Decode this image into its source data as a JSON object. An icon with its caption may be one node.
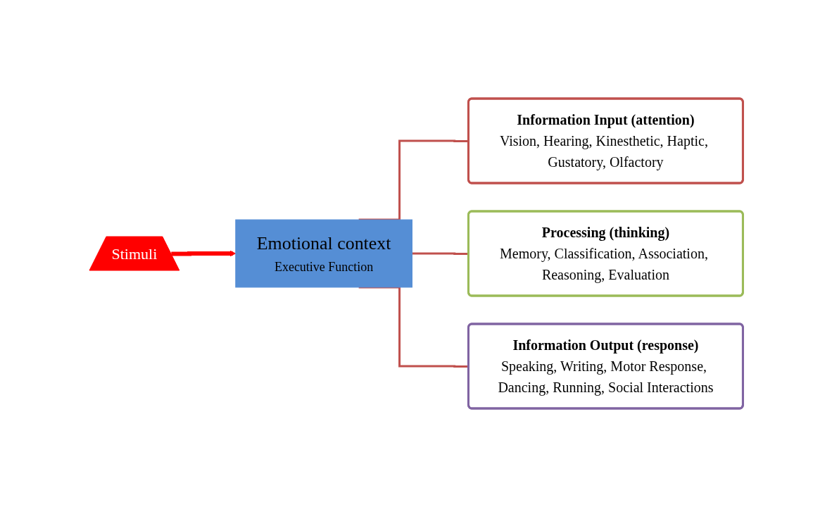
{
  "diagram": {
    "nodes": [
      {
        "text": [
          "Stimuli"
        ]
      },
      {
        "text": [
          "Emotional context",
          "Executive Function"
        ]
      },
      {
        "text": [
          "Information Input (attention)",
          "Vision, Hearing, Kinesthetic, Haptic, Gustatory, Olfactory"
        ]
      },
      {
        "text": [
          "Processing (thinking)",
          "Memory, Classification, Association, Reasoning, Evaluation"
        ]
      },
      {
        "text": [
          "Information Output (response)",
          "Speaking, Writing, Motor Response, Dancing, Running, Social Interactions"
        ]
      }
    ],
    "edges": [
      {
        "from": 0,
        "to": 1,
        "arrow": "to",
        "style": "thick",
        "color": "#ff0000"
      },
      {
        "from": 1,
        "to": 2,
        "arrow": "none"
      },
      {
        "from": 1,
        "to": 3,
        "arrow": "none"
      },
      {
        "from": 1,
        "to": 4,
        "arrow": "none"
      }
    ]
  }
}
